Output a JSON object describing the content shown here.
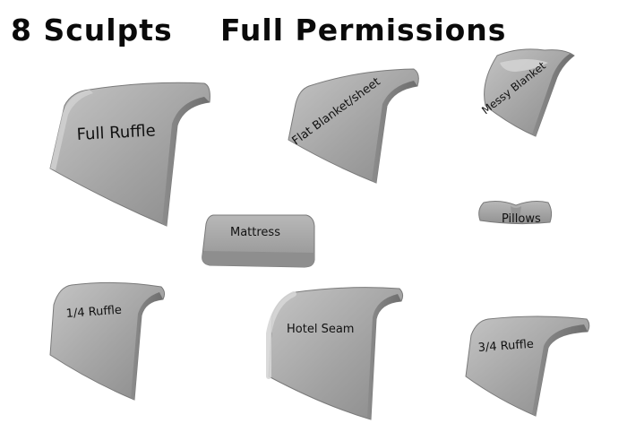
{
  "header": {
    "count_title": "8 Sculpts",
    "permissions_title": "Full Permissions"
  },
  "colors": {
    "background": "#ffffff",
    "shape_light": "#b4b4b4",
    "shape_mid": "#999999",
    "shape_dark": "#727272",
    "text": "#111111"
  },
  "sculpts": [
    {
      "name": "full-ruffle",
      "label": "Full Ruffle"
    },
    {
      "name": "flat-blanket",
      "label": "Flat Blanket/sheet"
    },
    {
      "name": "messy-blanket",
      "label": "Messy Blanket"
    },
    {
      "name": "mattress",
      "label": "Mattress"
    },
    {
      "name": "pillows",
      "label": "Pillows"
    },
    {
      "name": "quarter-ruffle",
      "label": "1/4 Ruffle"
    },
    {
      "name": "hotel-seam",
      "label": "Hotel Seam"
    },
    {
      "name": "three-quarter-ruffle",
      "label": "3/4 Ruffle"
    }
  ]
}
